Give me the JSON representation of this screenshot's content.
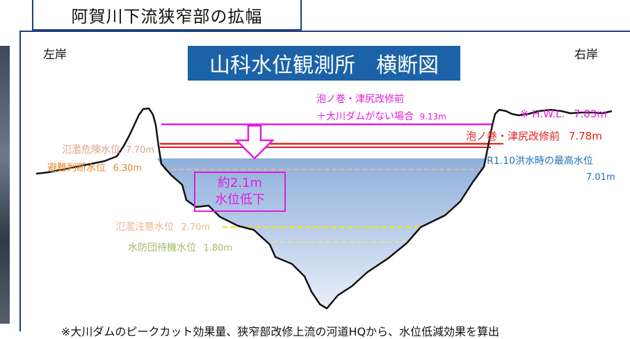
{
  "header": {
    "title": "阿賀川下流狭窄部の拡幅"
  },
  "diagram": {
    "title": "山科水位観測所　横断図",
    "left_bank": "左岸",
    "right_bank": "右岸",
    "levels": {
      "before_no_dam": {
        "line1": "泡ノ巻・津尻改修前",
        "line2": "＋大川ダムがない場合",
        "value": "9.13m"
      },
      "hwl": {
        "label": "※ H.W.L.",
        "value": "7.83m"
      },
      "before_improvement": {
        "label": "泡ノ巻・津尻改修前",
        "value": "7.78m"
      },
      "danger": {
        "label": "氾濫危険水位",
        "value": "7.70m"
      },
      "r1_10_flood": {
        "label": "R1.10洪水時の最高水位",
        "value": "7.01m"
      },
      "evacuation": {
        "label": "避難判断水位",
        "value": "6.30m"
      },
      "caution": {
        "label": "氾濫注意水位",
        "value": "2.70m"
      },
      "standby": {
        "label": "水防団待機水位",
        "value": "1.80m"
      }
    },
    "drop": {
      "line1": "約2.1m",
      "line2": "水位低下"
    },
    "colors": {
      "magenta": "#e21ddc",
      "red": "#e0201b",
      "blue": "#1c6fbd",
      "title_band": "#1b62a8",
      "water": "#8fb0dc"
    }
  },
  "footnote": "※大川ダムのピークカット効果量、狭窄部改修上流の河道HQから、水位低減効果を算出"
}
